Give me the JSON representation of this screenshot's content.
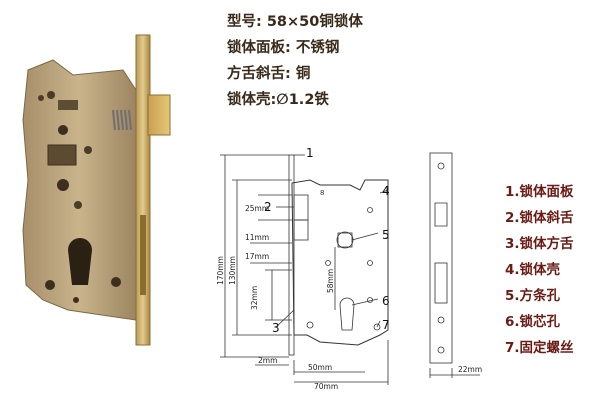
{
  "specs": [
    "型号: 58×50铜锁体",
    "锁体面板: 不锈钢",
    "方舌斜舌: 铜",
    "锁体壳:∅1.2铁"
  ],
  "legend": [
    "1.锁体面板",
    "2.锁体斜舌",
    "3.锁体方舌",
    "4.锁体壳",
    "5.方条孔",
    "6.锁芯孔",
    "7.固定螺丝"
  ],
  "callouts": [
    "1",
    "2",
    "3",
    "4",
    "5",
    "6",
    "7"
  ],
  "dimensions": {
    "d25": "25mm",
    "d11": "11mm",
    "d17": "17mm",
    "d130": "130mm",
    "d170": "170mm",
    "d32": "32mm",
    "d58": "58mm",
    "d2": "2mm",
    "d50": "50mm",
    "d70": "70mm",
    "d22": "22mm"
  },
  "latch_mark": "8"
}
